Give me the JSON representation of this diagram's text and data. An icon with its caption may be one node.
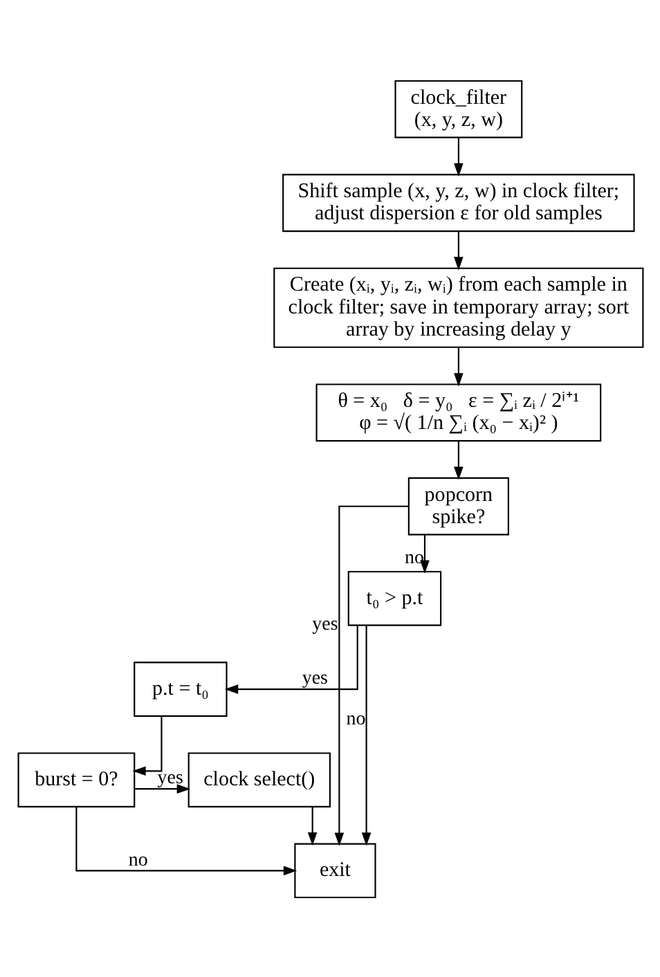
{
  "diagram": {
    "nodes": [
      {
        "text": [
          "clock_filter (x, y, z, w)"
        ]
      },
      {
        "text": [
          "Shift sample (x, y, z, w) in clock filter; adjust dispersion ε for old samples"
        ]
      },
      {
        "text": [
          "Create (xᵢ, yᵢ, zᵢ, wᵢ) from each sample in clock filter; save in temporary array; sort array by increasing delay y"
        ]
      },
      {
        "text": [
          "θ = x₀   δ = y₀   ε = ∑ᵢ zᵢ / 2ⁱ⁺¹",
          "φ = √( 1/n ∑ᵢ (x₀ − xᵢ)² )"
        ]
      },
      {
        "text": [
          "popcorn spike?"
        ]
      },
      {
        "text": [
          "t₀ > p.t"
        ]
      },
      {
        "text": [
          "p.t = t₀"
        ]
      },
      {
        "text": [
          "burst = 0?"
        ]
      },
      {
        "text": [
          "clock select()"
        ]
      },
      {
        "text": [
          "exit"
        ]
      }
    ],
    "edges": [
      {
        "from": 0,
        "to": 1,
        "arrow": "to"
      },
      {
        "from": 1,
        "to": 2,
        "arrow": "to"
      },
      {
        "from": 2,
        "to": 3,
        "arrow": "to"
      },
      {
        "from": 3,
        "to": 4,
        "arrow": "to"
      },
      {
        "from": 4,
        "to": 5,
        "arrow": "to",
        "label": "no"
      },
      {
        "from": 4,
        "to": 9,
        "arrow": "to",
        "label": "yes"
      },
      {
        "from": 5,
        "to": 9,
        "arrow": "to",
        "label": "no"
      },
      {
        "from": 5,
        "to": 6,
        "arrow": "to",
        "label": "yes"
      },
      {
        "from": 6,
        "to": 7,
        "arrow": "to"
      },
      {
        "from": 7,
        "to": 8,
        "arrow": "to",
        "label": "yes"
      },
      {
        "from": 7,
        "to": 9,
        "arrow": "to",
        "label": "no"
      },
      {
        "from": 8,
        "to": 9,
        "arrow": "to"
      }
    ]
  }
}
